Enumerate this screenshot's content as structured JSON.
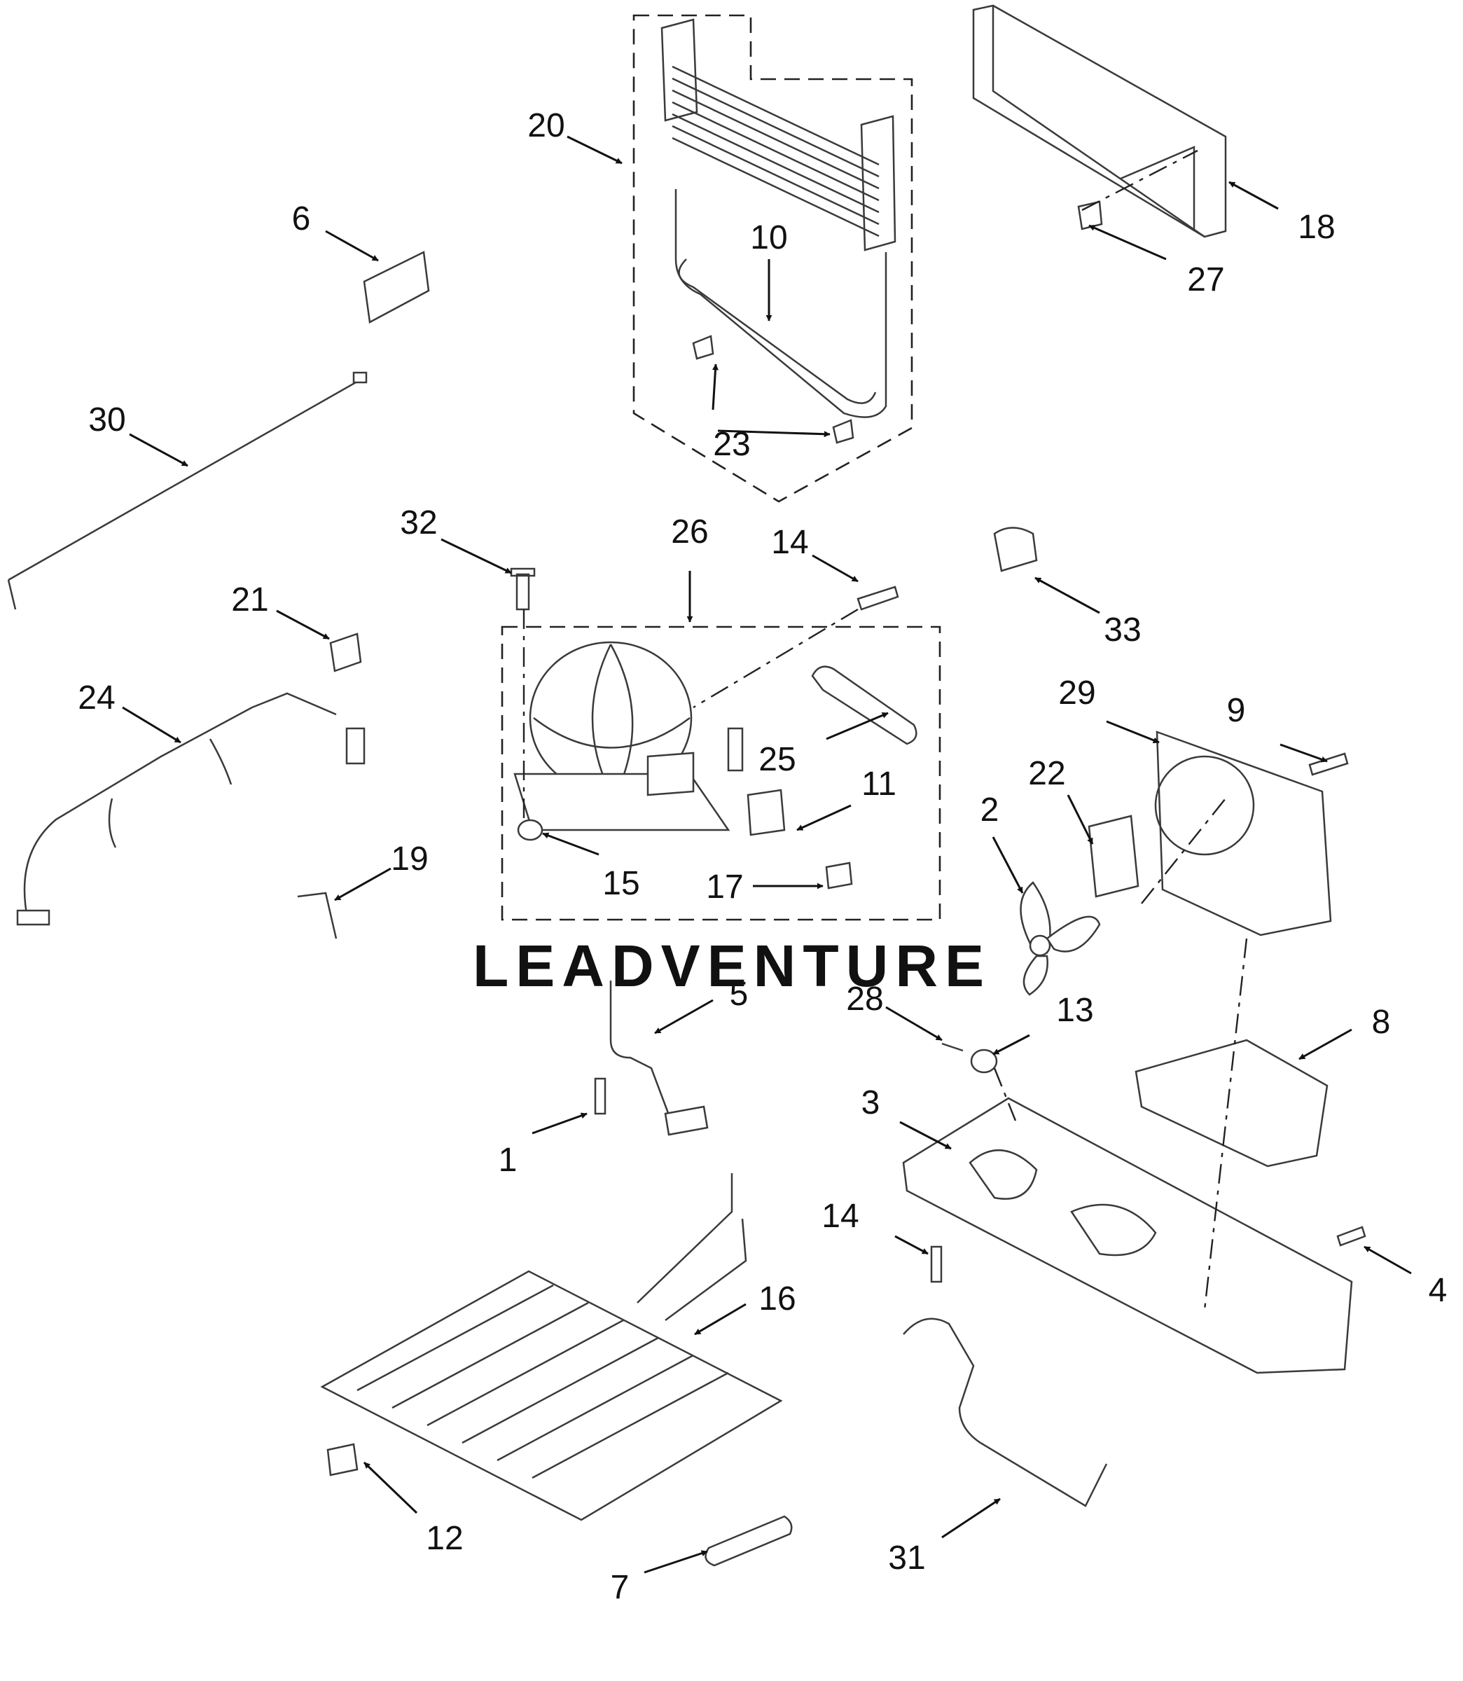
{
  "watermark": "LEADVENTURE",
  "callouts": [
    "1",
    "2",
    "3",
    "4",
    "5",
    "6",
    "7",
    "8",
    "9",
    "10",
    "11",
    "12",
    "13",
    "14",
    "15",
    "16",
    "17",
    "18",
    "19",
    "20",
    "21",
    "22",
    "23",
    "24",
    "25",
    "26",
    "27",
    "28",
    "29",
    "30",
    "31",
    "32",
    "33"
  ]
}
